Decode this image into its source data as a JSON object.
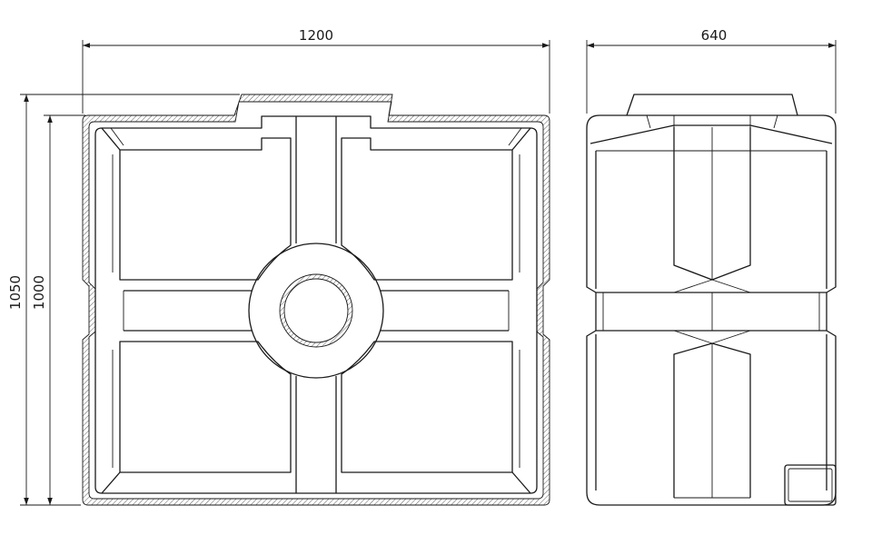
{
  "dimensions": {
    "front_width": "1200",
    "side_width": "640",
    "total_height": "1050",
    "body_height": "1000"
  }
}
